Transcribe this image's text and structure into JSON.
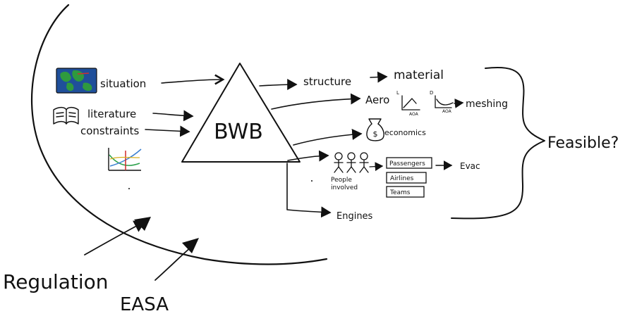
{
  "center": {
    "label": "BWB"
  },
  "inputs": {
    "situation": "situation",
    "literature": "literature",
    "constraints": "constraints"
  },
  "outputs": {
    "structure": "structure",
    "material": "material",
    "aero": "Aero",
    "aoa_1": "AOA",
    "aoa_2": "AOA",
    "cl_label": "L",
    "cd_label": "D",
    "meshing": "meshing",
    "economics": "economics",
    "people": "People involved",
    "passengers": "Passengers",
    "airlines": "Airlines",
    "teams": "Teams",
    "evac": "Evac",
    "engines": "Engines"
  },
  "conclusion": "Feasible?",
  "external": {
    "regulation": "Regulation",
    "easa": "EASA"
  },
  "colors": {
    "ink": "#111111",
    "map_water": "#1f4f9a",
    "map_land": "#2f9a3e",
    "map_route": "#d03030",
    "graph_green": "#2aa04a",
    "graph_red": "#d02828",
    "graph_blue": "#3a7fd0"
  }
}
